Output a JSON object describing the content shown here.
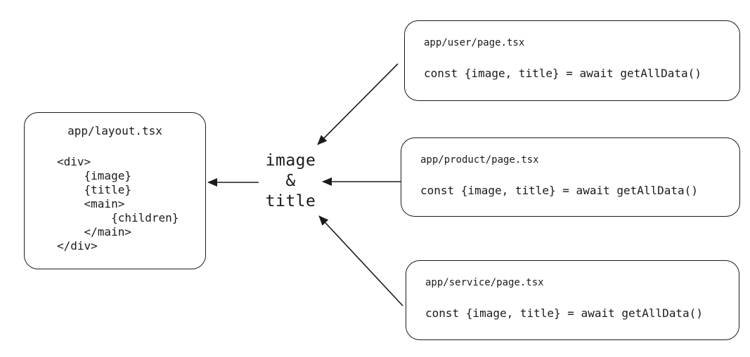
{
  "colors": {
    "stroke": "#1a1a1a",
    "text": "#1a1a1a",
    "background": "#ffffff"
  },
  "center_label": {
    "text": "image\n&\ntitle"
  },
  "layout_box": {
    "title": "app/layout.tsx",
    "code": "<div>\n    {image}\n    {title}\n    <main>\n        {children}\n    </main>\n</div>"
  },
  "page_boxes": [
    {
      "title": "app/user/page.tsx",
      "code": "const {image, title} = await getAllData()"
    },
    {
      "title": "app/product/page.tsx",
      "code": "const {image, title} = await getAllData()"
    },
    {
      "title": "app/service/page.tsx",
      "code": "const {image, title} = await getAllData()"
    }
  ]
}
